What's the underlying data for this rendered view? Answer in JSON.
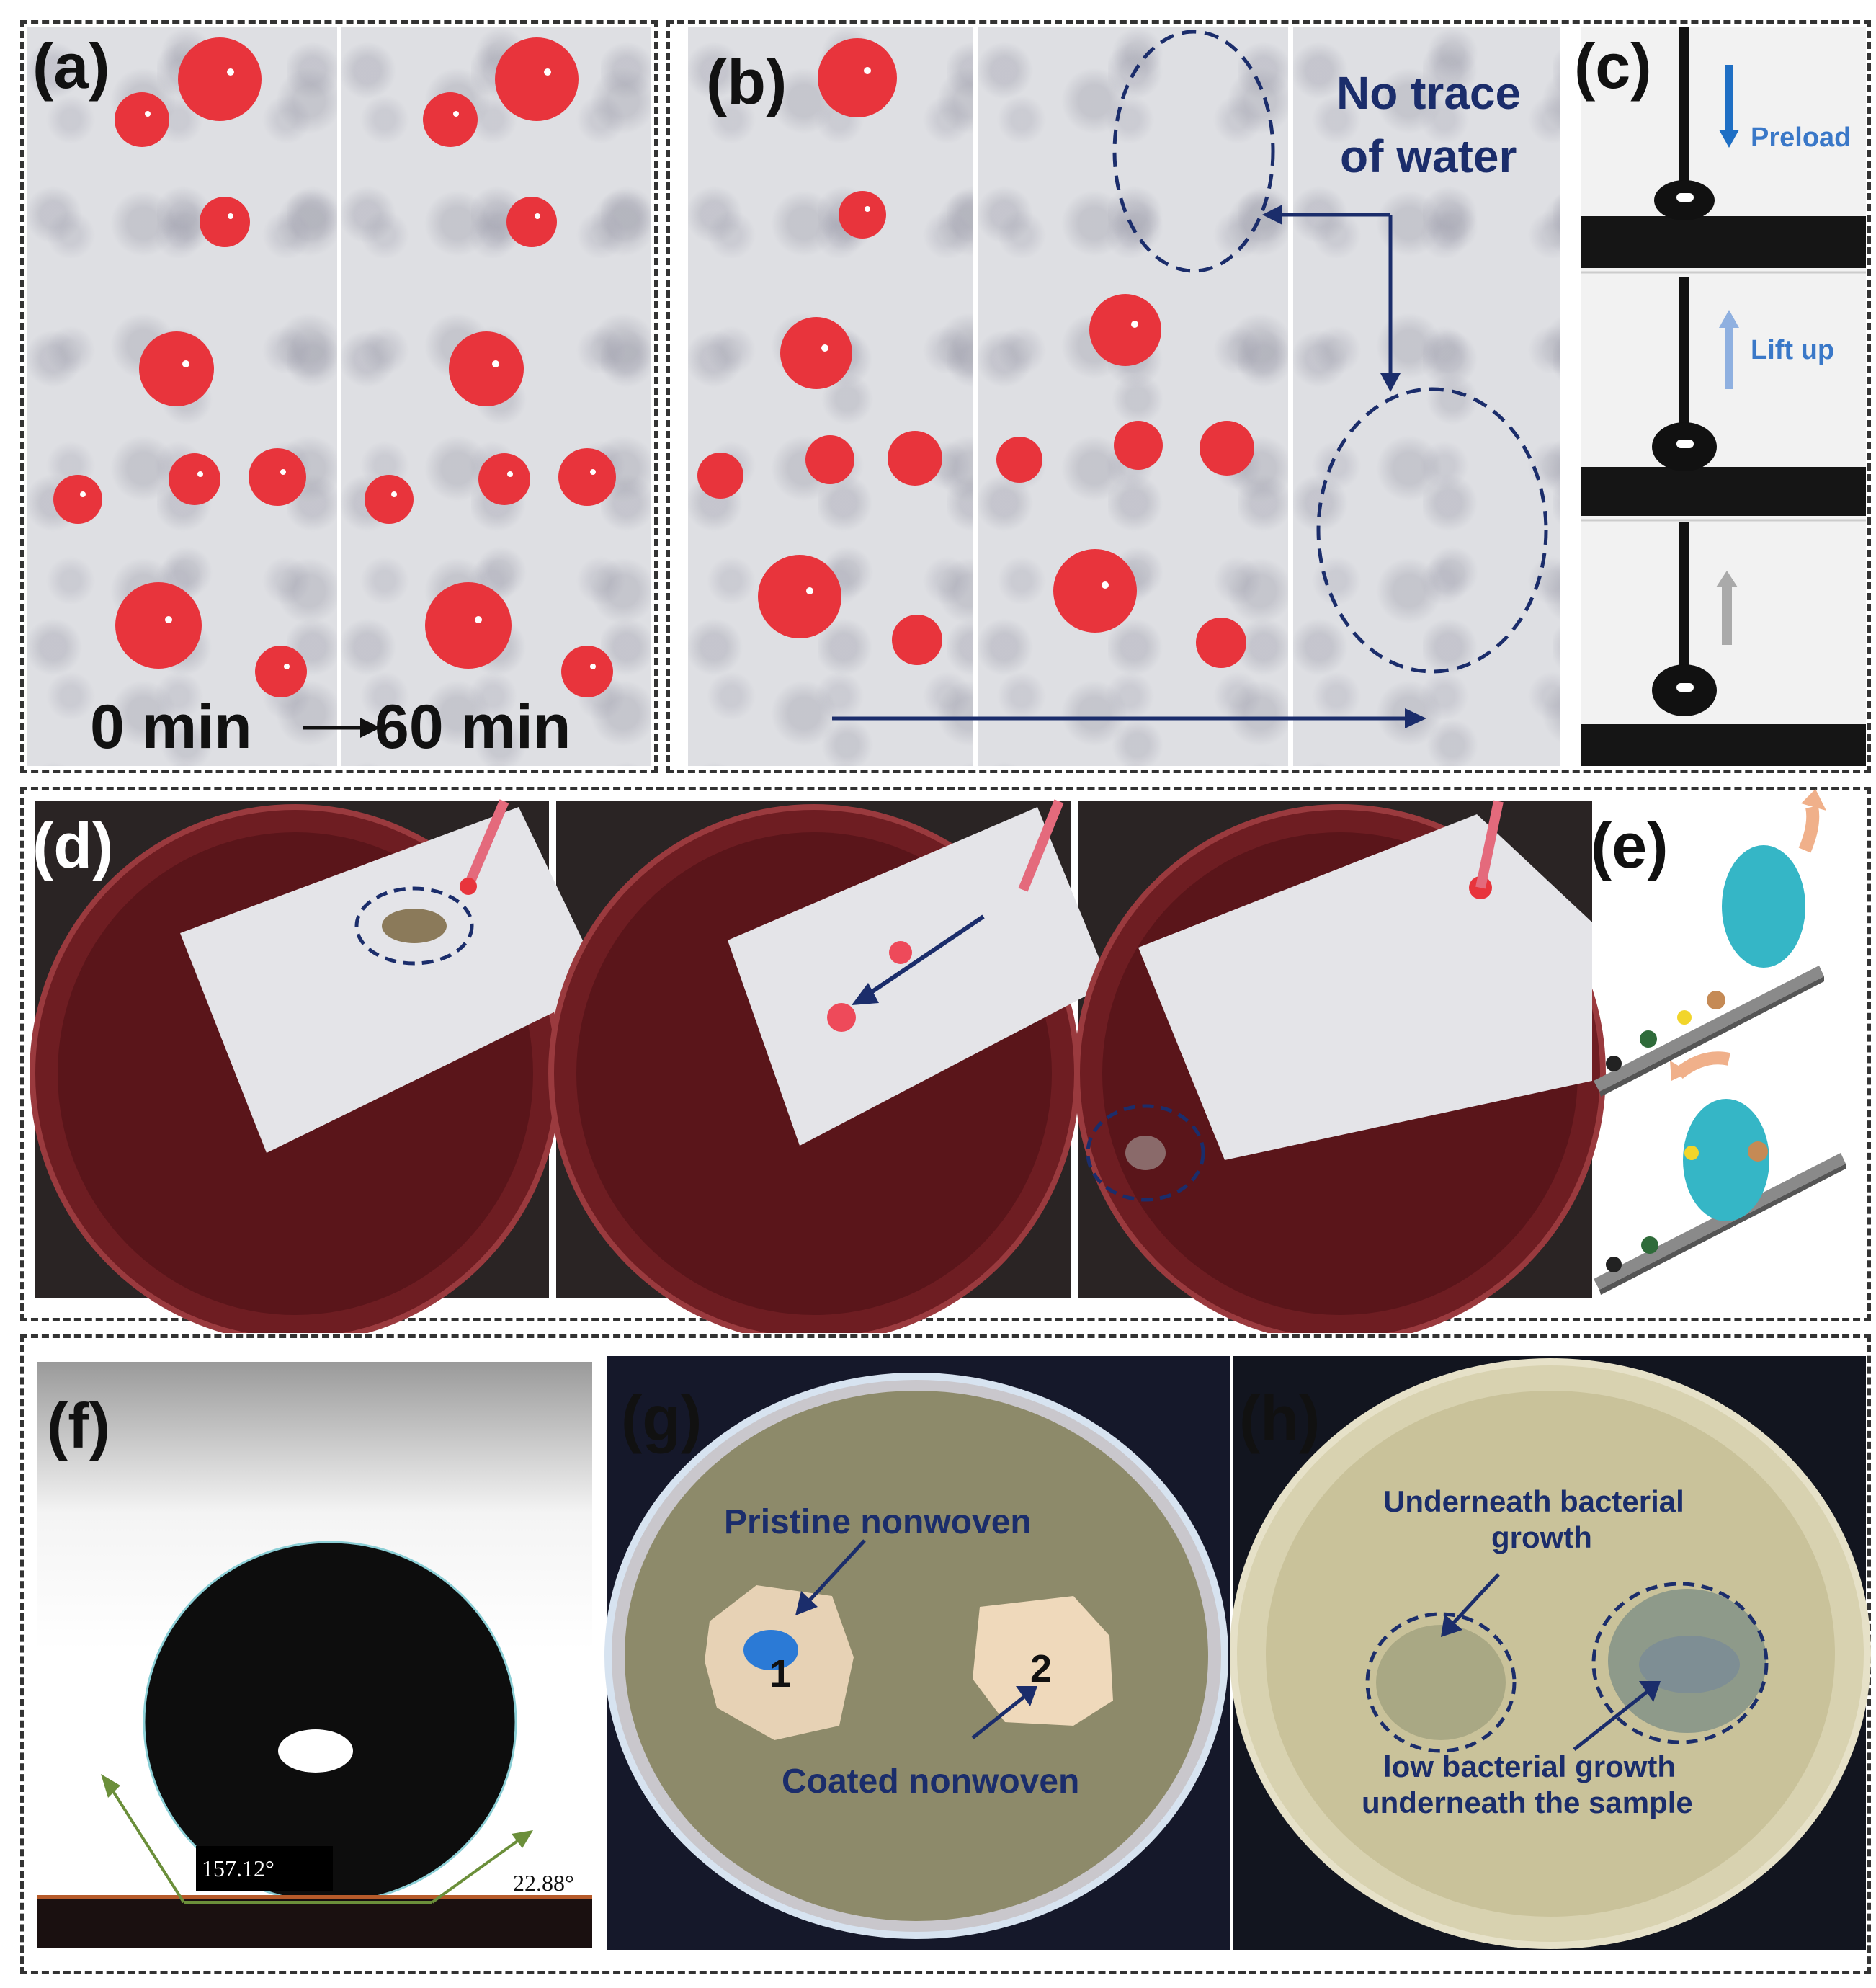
{
  "panels": {
    "a": {
      "label": "(a)",
      "time_start": "0 min",
      "time_end": "60 min"
    },
    "b": {
      "label": "(b)",
      "annotation_line1": "No trace",
      "annotation_line2": "of water"
    },
    "c": {
      "label": "(c)",
      "step1": "Preload",
      "step2": "Lift up"
    },
    "d": {
      "label": "(d)"
    },
    "e": {
      "label": "(e)"
    },
    "f": {
      "label": "(f)",
      "angle_left": "157.12°",
      "angle_right": "22.88°"
    },
    "g": {
      "label": "(g)",
      "pristine_label": "Pristine nonwoven",
      "coated_label": "Coated nonwoven",
      "sample1": "1",
      "sample2": "2"
    },
    "h": {
      "label": "(h)",
      "top_line1": "Underneath bacterial",
      "top_line2": "growth",
      "bottom_line1": "low bacterial growth",
      "bottom_line2": "underneath the sample"
    }
  },
  "colors": {
    "droplet": "#e8343c",
    "annotation_blue": "#1b2d6b",
    "arrow_blue": "#1f6fc4",
    "dashed_border": "#333333",
    "dark_bg": "#111111"
  }
}
